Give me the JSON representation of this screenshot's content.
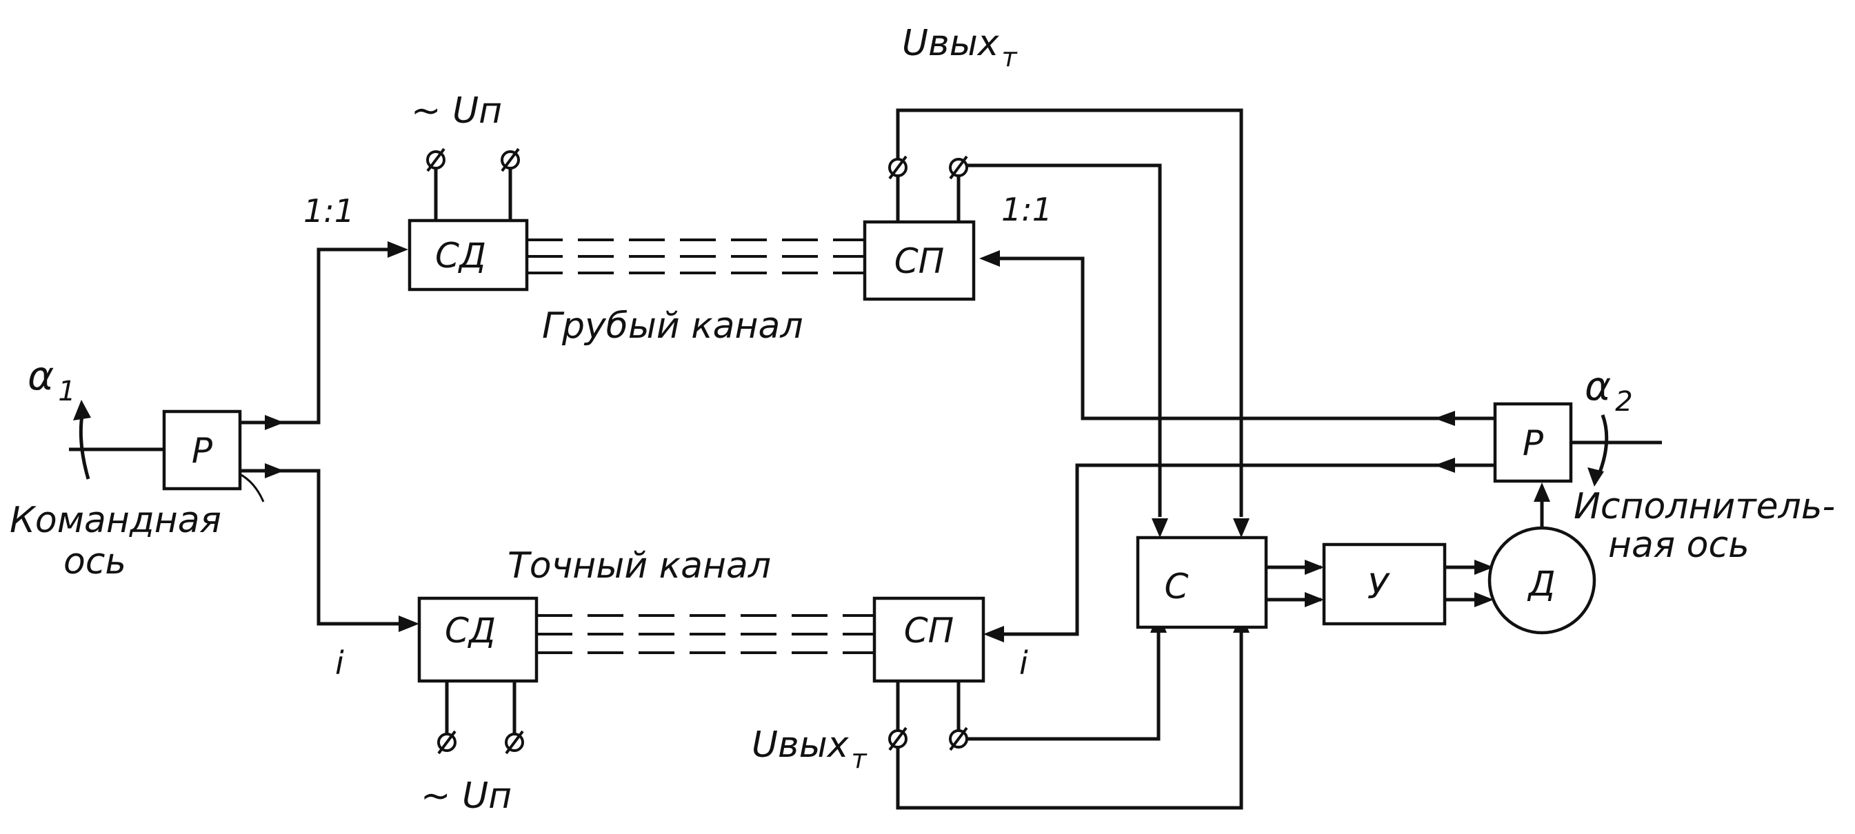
{
  "blocks": {
    "r_command": "Р",
    "r_executive": "Р",
    "sd_coarse": "СД",
    "sd_fine": "СД",
    "sp_coarse": "СП",
    "sp_fine": "СП",
    "summator": "С",
    "amplifier": "У",
    "motor": "Д"
  },
  "labels": {
    "alpha1": "α",
    "alpha1_sub": "1",
    "alpha2": "α",
    "alpha2_sub": "2",
    "command_axis_line1": "Командная",
    "command_axis_line2": "ось",
    "executive_axis_line1": "Исполнитель-",
    "executive_axis_line2": "ная ось",
    "coarse_channel": "Грубый канал",
    "fine_channel": "Точный канал",
    "ratio_coarse_sd": "1:1",
    "ratio_coarse_sp": "1:1",
    "ratio_fine_sd": "i",
    "ratio_fine_sp": "i",
    "supply_top": "~ Uп",
    "supply_bottom": "~ Uп",
    "u_out_top": "Uвых",
    "u_out_top_sub": "т",
    "u_out_bottom": "Uвых",
    "u_out_bottom_sub": "т"
  }
}
